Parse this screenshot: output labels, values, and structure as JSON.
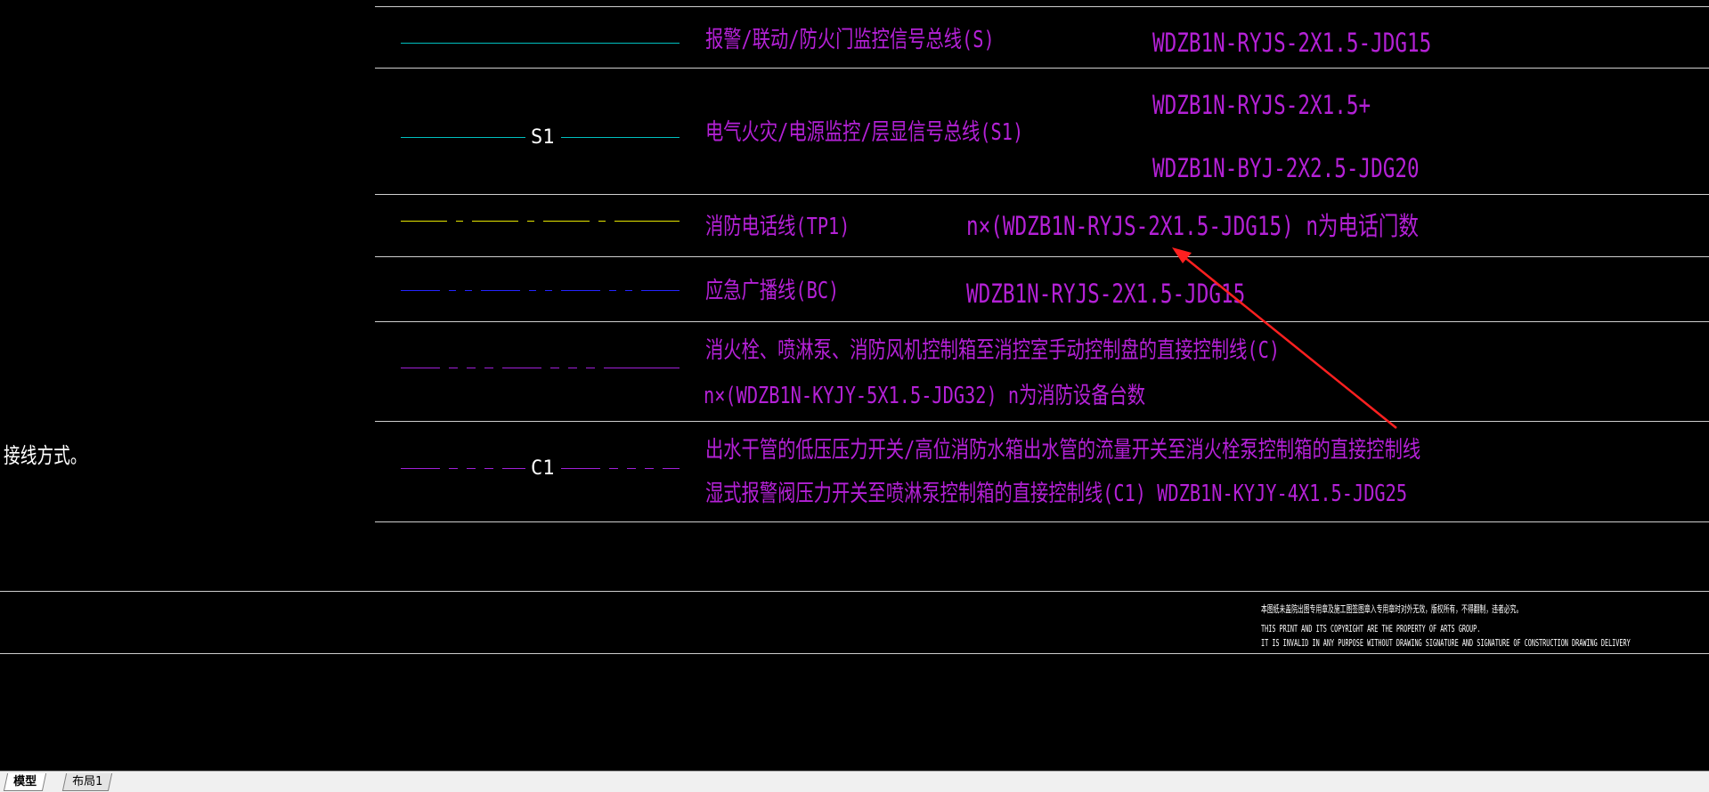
{
  "colors": {
    "background": "#000000",
    "text_magenta": "#b421d6",
    "grid_line": "#cfcfcf",
    "cyan": "#00c0c0",
    "yellow": "#e6e600",
    "blue": "#2424ff",
    "magenta_line": "#a020d8",
    "annotation_red": "#ff2020"
  },
  "side_note": "接线方式。",
  "legend_rows": [
    {
      "symbol_label": "",
      "description": "报警/联动/防火门监控信号总线(S)",
      "spec_lines": [
        "WDZB1N-RYJS-2X1.5-JDG15"
      ]
    },
    {
      "symbol_label": "S1",
      "description": "电气火灾/电源监控/层显信号总线(S1)",
      "spec_lines": [
        "WDZB1N-RYJS-2X1.5+",
        "WDZB1N-BYJ-2X2.5-JDG20"
      ]
    },
    {
      "symbol_label": "",
      "description": "消防电话线(TP1)",
      "spec_lines": [
        "n×(WDZB1N-RYJS-2X1.5-JDG15) n为电话门数"
      ]
    },
    {
      "symbol_label": "",
      "description": "应急广播线(BC)",
      "spec_lines": [
        "WDZB1N-RYJS-2X1.5-JDG15"
      ]
    },
    {
      "symbol_label": "",
      "description_lines": [
        "消火栓、喷淋泵、消防风机控制箱至消控室手动控制盘的直接控制线(C)",
        "n×(WDZB1N-KYJY-5X1.5-JDG32) n为消防设备台数"
      ]
    },
    {
      "symbol_label": "C1",
      "description_lines": [
        "出水干管的低压压力开关/高位消防水箱出水管的流量开关至消火栓泵控制箱的直接控制线",
        "湿式报警阀压力开关至喷淋泵控制箱的直接控制线(C1)  WDZB1N-KYJY-4X1.5-JDG25"
      ]
    }
  ],
  "copyright": {
    "line1": "本图纸未盖院出图专用章及施工图签图章入专用章时对外无效，版权所有，不得翻制，违者必究。",
    "line2": "THIS PRINT AND ITS COPYRIGHT ARE THE PROPERTY OF ARTS GROUP.",
    "line3": "IT IS INVALID IN ANY PURPOSE WITHOUT DRAWING SIGNATURE AND SIGNATURE OF CONSTRUCTION DRAWING DELIVERY"
  },
  "tabs": [
    {
      "label": "模型",
      "active": true
    },
    {
      "label": "布局1",
      "active": false
    }
  ]
}
